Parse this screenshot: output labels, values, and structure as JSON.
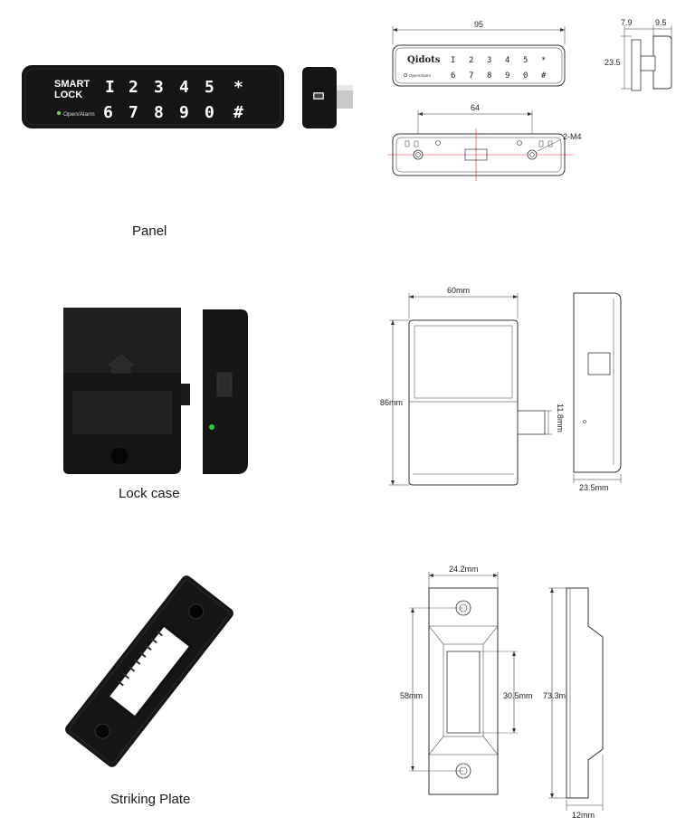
{
  "panel": {
    "caption": "Panel",
    "photo": {
      "brand_lines": [
        "SMART",
        "LOCK"
      ],
      "status_text": "Open/Alarm",
      "keys_row1": [
        "I",
        "2",
        "3",
        "4",
        "5",
        "*"
      ],
      "keys_row2": [
        "6",
        "7",
        "8",
        "9",
        "0",
        "#"
      ],
      "status_led_color": "#7ac943"
    },
    "drawing": {
      "logo_text": "Qidots",
      "status_text": "Open/Alarm",
      "dim_width": "95",
      "dim_depth_a": "7.9",
      "dim_depth_b": "9.5",
      "dim_height": "23.5",
      "dim_hole_spacing": "64",
      "dim_screw": "2-M4"
    }
  },
  "lock_case": {
    "caption": "Lock case",
    "drawing": {
      "dim_width": "60mm",
      "dim_height": "86mm",
      "dim_bolt": "11.8mm",
      "dim_depth": "23.5mm"
    },
    "led_color": "#2ecc40"
  },
  "striking_plate": {
    "caption": "Striking Plate",
    "drawing": {
      "dim_width": "24.2mm",
      "dim_hole_spacing": "58mm",
      "dim_window": "30.5mm",
      "dim_length": "73.3mm",
      "dim_depth": "12mm"
    }
  },
  "colors": {
    "body_black": "#151515",
    "line": "#333333",
    "centerline": "#e03030"
  }
}
